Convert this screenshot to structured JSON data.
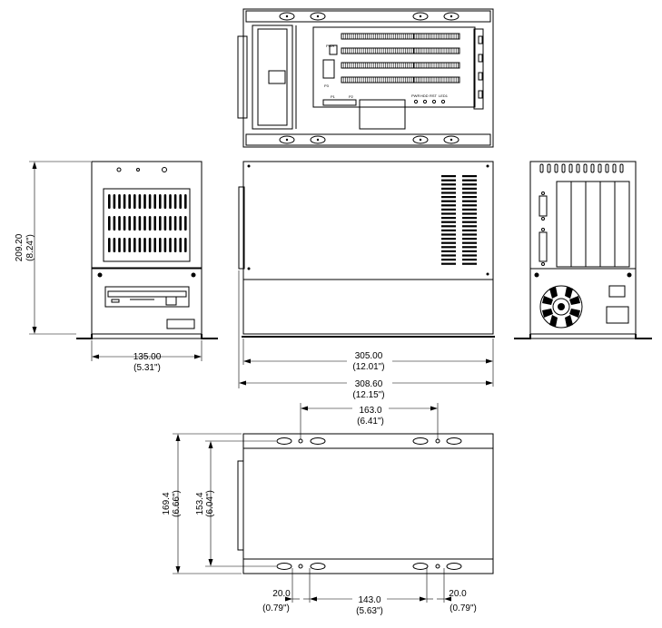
{
  "dimensions": {
    "side_height": {
      "mm": "209.20",
      "inch": "(8.24\")"
    },
    "side_width": {
      "mm": "135.00",
      "inch": "(5.31\")"
    },
    "body_length": {
      "mm": "305.00",
      "inch": "(12.01\")"
    },
    "total_length": {
      "mm": "308.60",
      "inch": "(12.15\")"
    },
    "hole_spacing_top": {
      "mm": "163.0",
      "inch": "(6.41\")"
    },
    "base_depth": {
      "mm": "169.4",
      "inch": "(6.66\")"
    },
    "inner_depth": {
      "mm": "153.4",
      "inch": "(6.04\")"
    },
    "edge_offset_left": {
      "mm": "20.0",
      "inch": "(0.79\")"
    },
    "hole_spacing_bottom": {
      "mm": "143.0",
      "inch": "(5.63\")"
    },
    "edge_offset_right": {
      "mm": "20.0",
      "inch": "(0.79\")"
    }
  },
  "board_labels": {
    "pwr": "PWR",
    "p1": "P1",
    "p2": "P2",
    "p3": "P3",
    "led_labels": [
      "PWR",
      "HDD",
      "RST",
      "LED1"
    ]
  }
}
